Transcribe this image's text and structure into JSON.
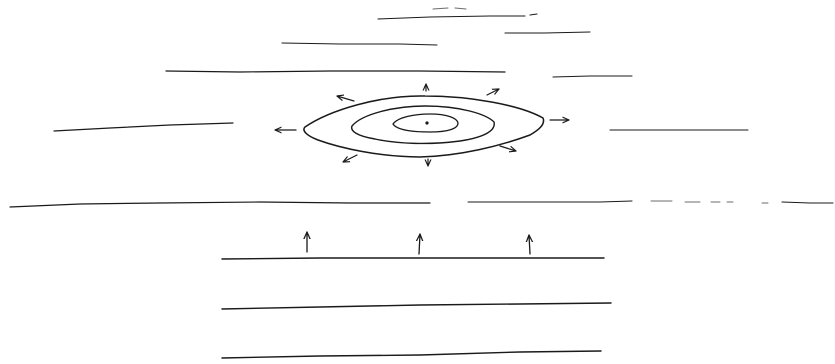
{
  "figure": {
    "ink_color": "#1a1a1a",
    "faint_ink_color": "#6b6b6b",
    "background": "#ffffff",
    "parts": [
      {
        "name": "streamlines-upper",
        "count": 11
      },
      {
        "name": "disturbance-contours",
        "count": 3
      },
      {
        "name": "outward-arrows",
        "count": 8
      },
      {
        "name": "streamline-divider",
        "count": 1
      },
      {
        "name": "upward-arrows",
        "count": 3
      },
      {
        "name": "streamlines-lower",
        "count": 3
      }
    ]
  }
}
